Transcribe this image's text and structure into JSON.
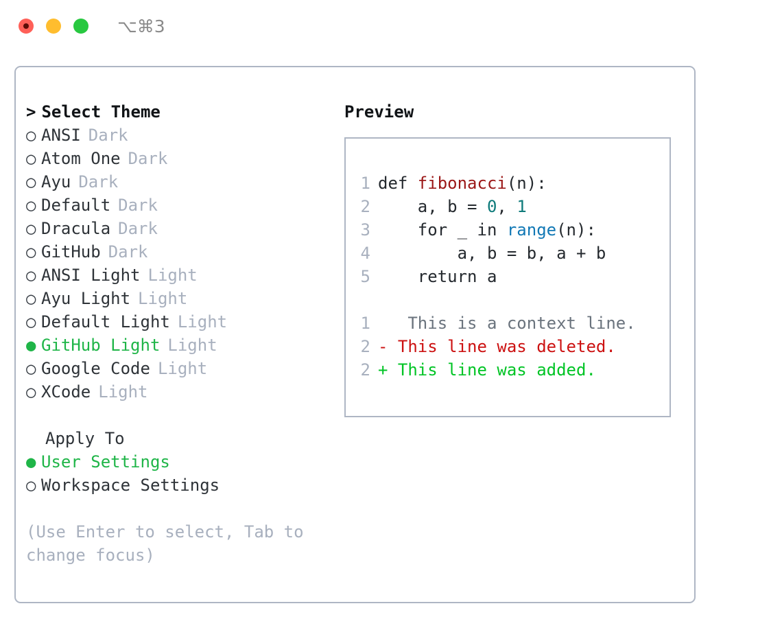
{
  "titlebar": {
    "shortcut": "⌥⌘3",
    "buttons": [
      {
        "name": "close",
        "color": "#ff6058"
      },
      {
        "name": "minimize",
        "color": "#ffbd2e"
      },
      {
        "name": "maximize",
        "color": "#28c840"
      }
    ]
  },
  "theme_picker": {
    "caret": ">",
    "heading": "Select Theme",
    "bullet_selected": "●",
    "bullet_unselected": "○",
    "items": [
      {
        "label": "ANSI",
        "badge": "Dark",
        "selected": false
      },
      {
        "label": "Atom One",
        "badge": "Dark",
        "selected": false
      },
      {
        "label": "Ayu",
        "badge": "Dark",
        "selected": false
      },
      {
        "label": "Default",
        "badge": "Dark",
        "selected": false
      },
      {
        "label": "Dracula",
        "badge": "Dark",
        "selected": false
      },
      {
        "label": "GitHub",
        "badge": "Dark",
        "selected": false
      },
      {
        "label": "ANSI Light",
        "badge": "Light",
        "selected": false
      },
      {
        "label": "Ayu Light",
        "badge": "Light",
        "selected": false
      },
      {
        "label": "Default Light",
        "badge": "Light",
        "selected": false
      },
      {
        "label": "GitHub Light",
        "badge": "Light",
        "selected": true
      },
      {
        "label": "Google Code",
        "badge": "Light",
        "selected": false
      },
      {
        "label": "XCode",
        "badge": "Light",
        "selected": false
      }
    ]
  },
  "apply_to": {
    "heading": "Apply To",
    "options": [
      {
        "label": "User Settings",
        "selected": true
      },
      {
        "label": "Workspace Settings",
        "selected": false
      }
    ]
  },
  "hint": {
    "line1": "(Use Enter to select, Tab to",
    "line2": "change focus)"
  },
  "preview": {
    "label": "Preview",
    "code_lines": [
      {
        "number": "1",
        "tokens": [
          {
            "text": "def ",
            "kind": "plain"
          },
          {
            "text": "fibonacci",
            "kind": "func"
          },
          {
            "text": "(n):",
            "kind": "plain"
          }
        ]
      },
      {
        "number": "2",
        "tokens": [
          {
            "text": "    a, b = ",
            "kind": "plain"
          },
          {
            "text": "0",
            "kind": "num"
          },
          {
            "text": ", ",
            "kind": "plain"
          },
          {
            "text": "1",
            "kind": "num"
          }
        ]
      },
      {
        "number": "3",
        "tokens": [
          {
            "text": "    for _ in ",
            "kind": "plain"
          },
          {
            "text": "range",
            "kind": "builtin"
          },
          {
            "text": "(n):",
            "kind": "plain"
          }
        ]
      },
      {
        "number": "4",
        "tokens": [
          {
            "text": "        a, b = b, a + b",
            "kind": "plain"
          }
        ]
      },
      {
        "number": "5",
        "tokens": [
          {
            "text": "    return a",
            "kind": "plain"
          }
        ]
      }
    ],
    "diff_lines": [
      {
        "number": "1",
        "marker": " ",
        "text": "  This is a context line.",
        "kind": "ctx"
      },
      {
        "number": "2",
        "marker": "-",
        "text": " This line was deleted.",
        "kind": "del"
      },
      {
        "number": "2",
        "marker": "+",
        "text": " This line was added.",
        "kind": "add"
      }
    ]
  },
  "colors": {
    "accent_green": "#1fb548",
    "badge_muted": "#a8b0be",
    "border": "#aeb6c4",
    "diff_add": "#00c425",
    "diff_del": "#cc1111",
    "diff_ctx": "#6a737d",
    "syntax_func": "#9b1717",
    "syntax_num": "#0d7a7a",
    "syntax_builtin": "#1178b5"
  }
}
